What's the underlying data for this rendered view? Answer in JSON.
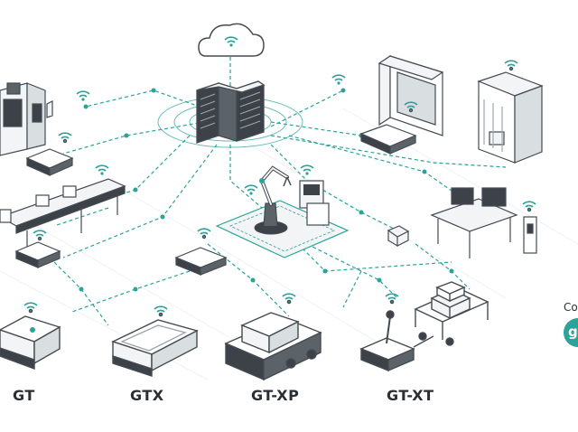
{
  "colors": {
    "accent": "#2aa39a",
    "line": "#444b52",
    "fill": "#f2f4f5",
    "dark": "#3c4248"
  },
  "robots": [
    {
      "label": "GT"
    },
    {
      "label": "GTX"
    },
    {
      "label": "GT-XP"
    },
    {
      "label": "GT-XT"
    }
  ],
  "edge_text": {
    "partial_1": "Co",
    "partial_2": "g"
  }
}
